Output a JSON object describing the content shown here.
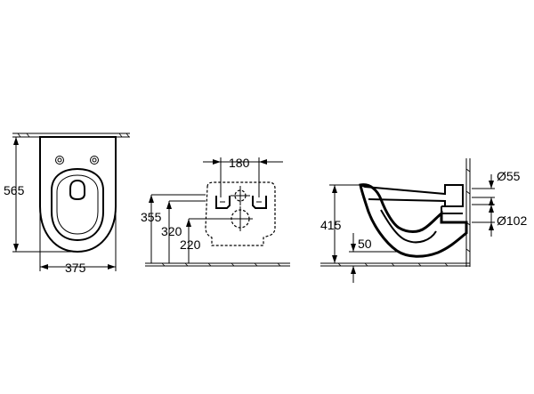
{
  "views": {
    "front": {
      "height_label": "565",
      "width_label": "375"
    },
    "back": {
      "spacing_label": "180",
      "dims": [
        "355",
        "320",
        "220"
      ]
    },
    "side": {
      "height_label": "415",
      "floor_offset_label": "50",
      "pipe_small_label": "Ø55",
      "pipe_large_label": "Ø102"
    }
  }
}
